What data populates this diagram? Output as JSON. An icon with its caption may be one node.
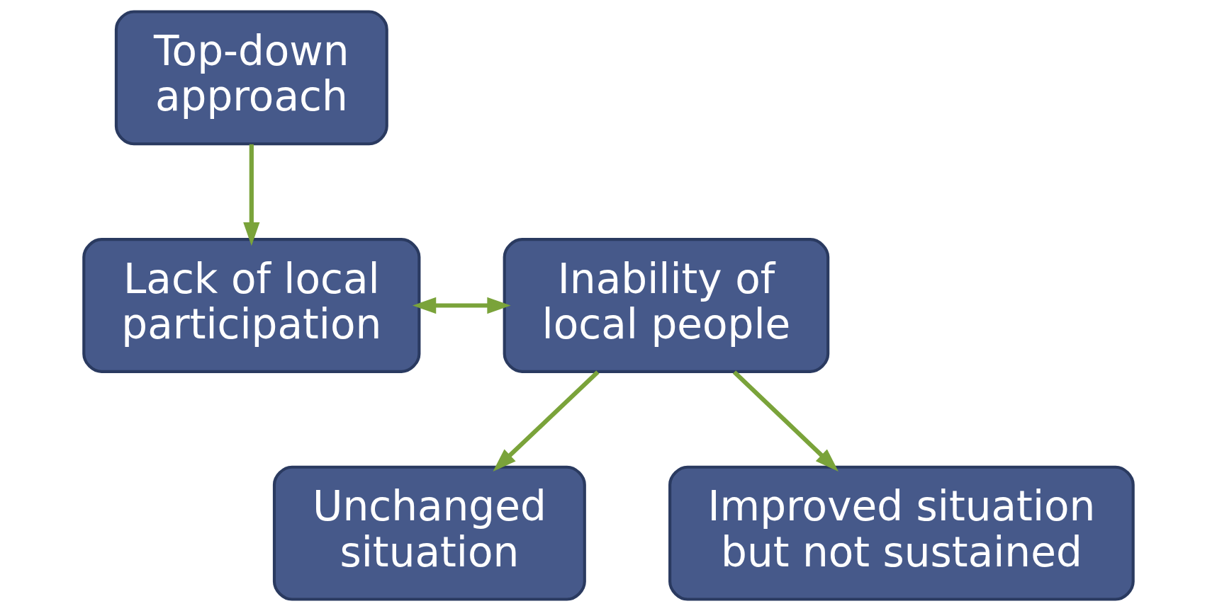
{
  "diagram": {
    "nodes": [
      {
        "text": [
          "Top-down approach"
        ]
      },
      {
        "text": [
          "Lack of local participation"
        ]
      },
      {
        "text": [
          "Inability of local people"
        ]
      },
      {
        "text": [
          "Unchanged situation"
        ]
      },
      {
        "text": [
          "Improved situation but not sustained"
        ]
      }
    ],
    "edges": [
      {
        "from": 0,
        "to": 1,
        "arrow": "to"
      },
      {
        "from": 1,
        "to": 2,
        "arrow": "both"
      },
      {
        "from": 2,
        "to": 3,
        "arrow": "to"
      },
      {
        "from": 2,
        "to": 4,
        "arrow": "to"
      }
    ]
  }
}
